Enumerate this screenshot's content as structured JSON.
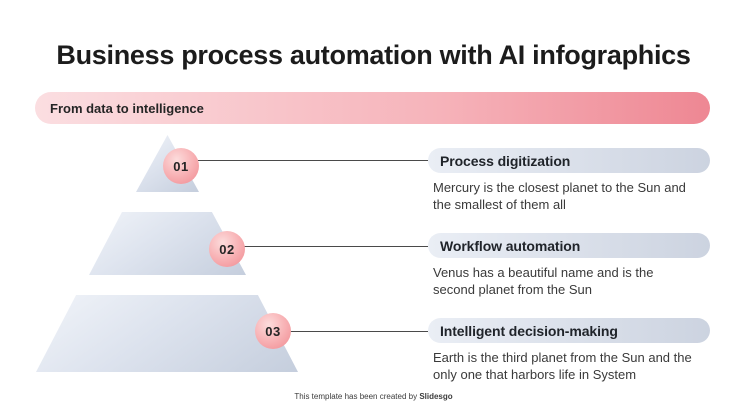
{
  "slide": {
    "title": "Business process automation with AI infographics",
    "banner": {
      "label": "From data to intelligence"
    },
    "items": [
      {
        "number": "01",
        "title": "Process digitization",
        "description": "Mercury is the closest planet to the Sun and the smallest of them all"
      },
      {
        "number": "02",
        "title": "Workflow automation",
        "description": "Venus has a beautiful name and is the second planet from the Sun"
      },
      {
        "number": "03",
        "title": "Intelligent decision-making",
        "description": "Earth is the third planet from the Sun and the only one that harbors life in System"
      }
    ],
    "footer": {
      "prefix": "This template has been created by ",
      "brand": "Slidesgo"
    },
    "colors": {
      "banner_gradient_start": "#fbdee1",
      "banner_gradient_end": "#ee8793",
      "pyramid_light": "#f1f4f9",
      "pyramid_dark": "#c5cedd",
      "badge_light": "#fcdcdc",
      "badge_dark": "#f08a90",
      "pill_light": "#eaeef5",
      "pill_dark": "#ccd3e0",
      "connector_line": "#4a4a4a",
      "title_text": "#1c1c1c",
      "body_text": "#3a3a3a"
    }
  }
}
